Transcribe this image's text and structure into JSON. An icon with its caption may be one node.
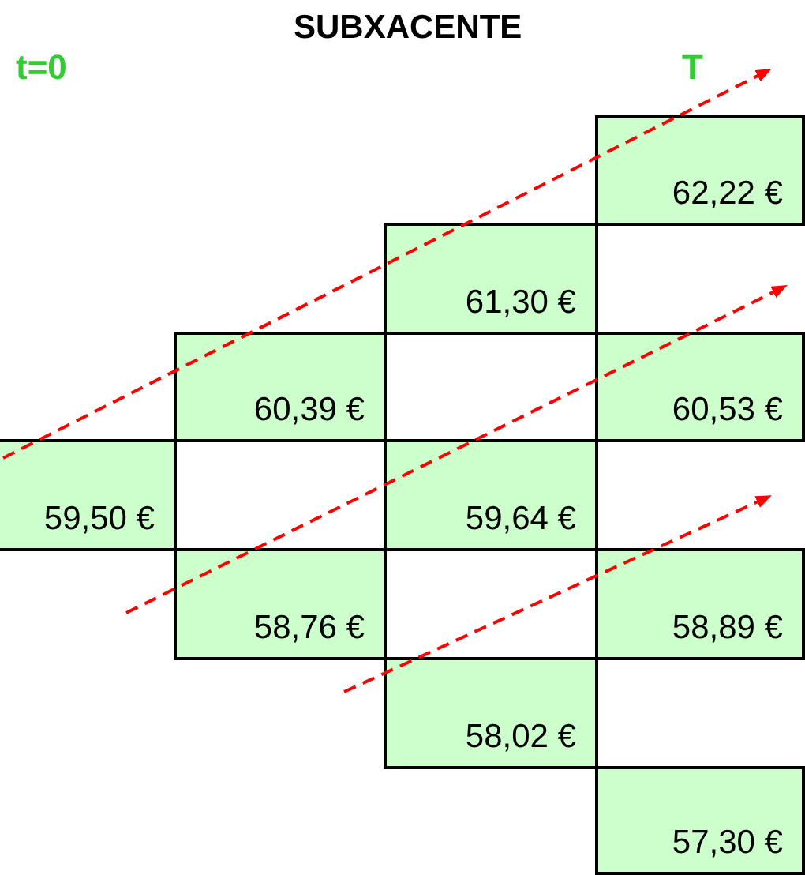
{
  "diagram": {
    "title": "SUBXACENTE",
    "nodes": [
      {
        "text": [
          "62,22 €"
        ]
      },
      {
        "text": [
          "61,30 €"
        ]
      },
      {
        "text": [
          "60,39 €"
        ]
      },
      {
        "text": [
          "60,53 €"
        ]
      },
      {
        "text": [
          "59,50 €"
        ]
      },
      {
        "text": [
          "59,64 €"
        ]
      },
      {
        "text": [
          "58,76 €"
        ]
      },
      {
        "text": [
          "58,89 €"
        ]
      },
      {
        "text": [
          "58,02 €"
        ]
      },
      {
        "text": [
          "57,30 €"
        ]
      }
    ],
    "labels": [
      "t=0",
      "T"
    ]
  }
}
